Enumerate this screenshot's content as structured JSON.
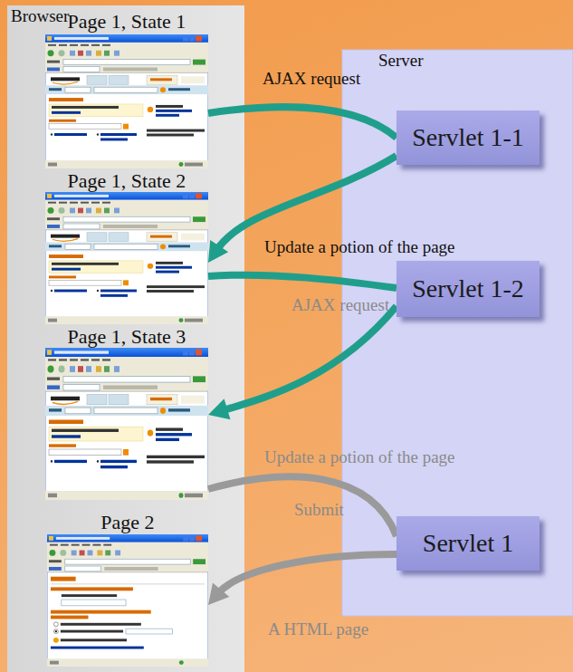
{
  "diagram": {
    "nodes": [
      {
        "text": [
          "Browser"
        ]
      },
      {
        "text": [
          "Page 1, State 1"
        ],
        "in": 0
      },
      {
        "text": [
          "Server"
        ]
      },
      {
        "text": [
          "Servlet 1-1"
        ],
        "in": 2
      },
      {
        "text": [
          "Page 1, State 2"
        ],
        "in": 0
      },
      {
        "text": [
          "Servlet 1-2"
        ],
        "in": 2
      },
      {
        "text": [
          "Page 1, State 3"
        ],
        "in": 0
      },
      {
        "text": [
          "Servlet 1"
        ],
        "in": 2
      },
      {
        "text": [
          "Page 2"
        ],
        "in": 0
      }
    ],
    "edges": [
      {
        "from": 1,
        "to": 3,
        "label": "AJAX request",
        "arrow": "none"
      },
      {
        "from": 3,
        "to": 4,
        "label": "Update a potion of the page",
        "arrow": "to"
      },
      {
        "from": 4,
        "to": 5,
        "label": "AJAX request",
        "arrow": "none"
      },
      {
        "from": 5,
        "to": 6,
        "label": "Update a potion of the page",
        "arrow": "to"
      },
      {
        "from": 6,
        "to": 7,
        "label": "Submit",
        "arrow": "none"
      },
      {
        "from": 7,
        "to": 8,
        "label": "A HTML page",
        "arrow": "to"
      }
    ]
  }
}
